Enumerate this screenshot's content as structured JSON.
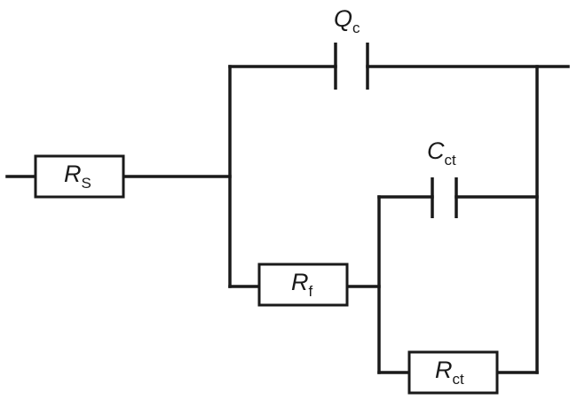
{
  "components": {
    "rs": {
      "symbol": "R",
      "subscript": "S"
    },
    "qc": {
      "symbol": "Q",
      "subscript": "c"
    },
    "cct": {
      "symbol": "C",
      "subscript": "ct"
    },
    "rf": {
      "symbol": "R",
      "subscript": "f"
    },
    "rct": {
      "symbol": "R",
      "subscript": "ct"
    }
  },
  "colors": {
    "stroke": "#1a1a1a",
    "background": "#ffffff"
  }
}
